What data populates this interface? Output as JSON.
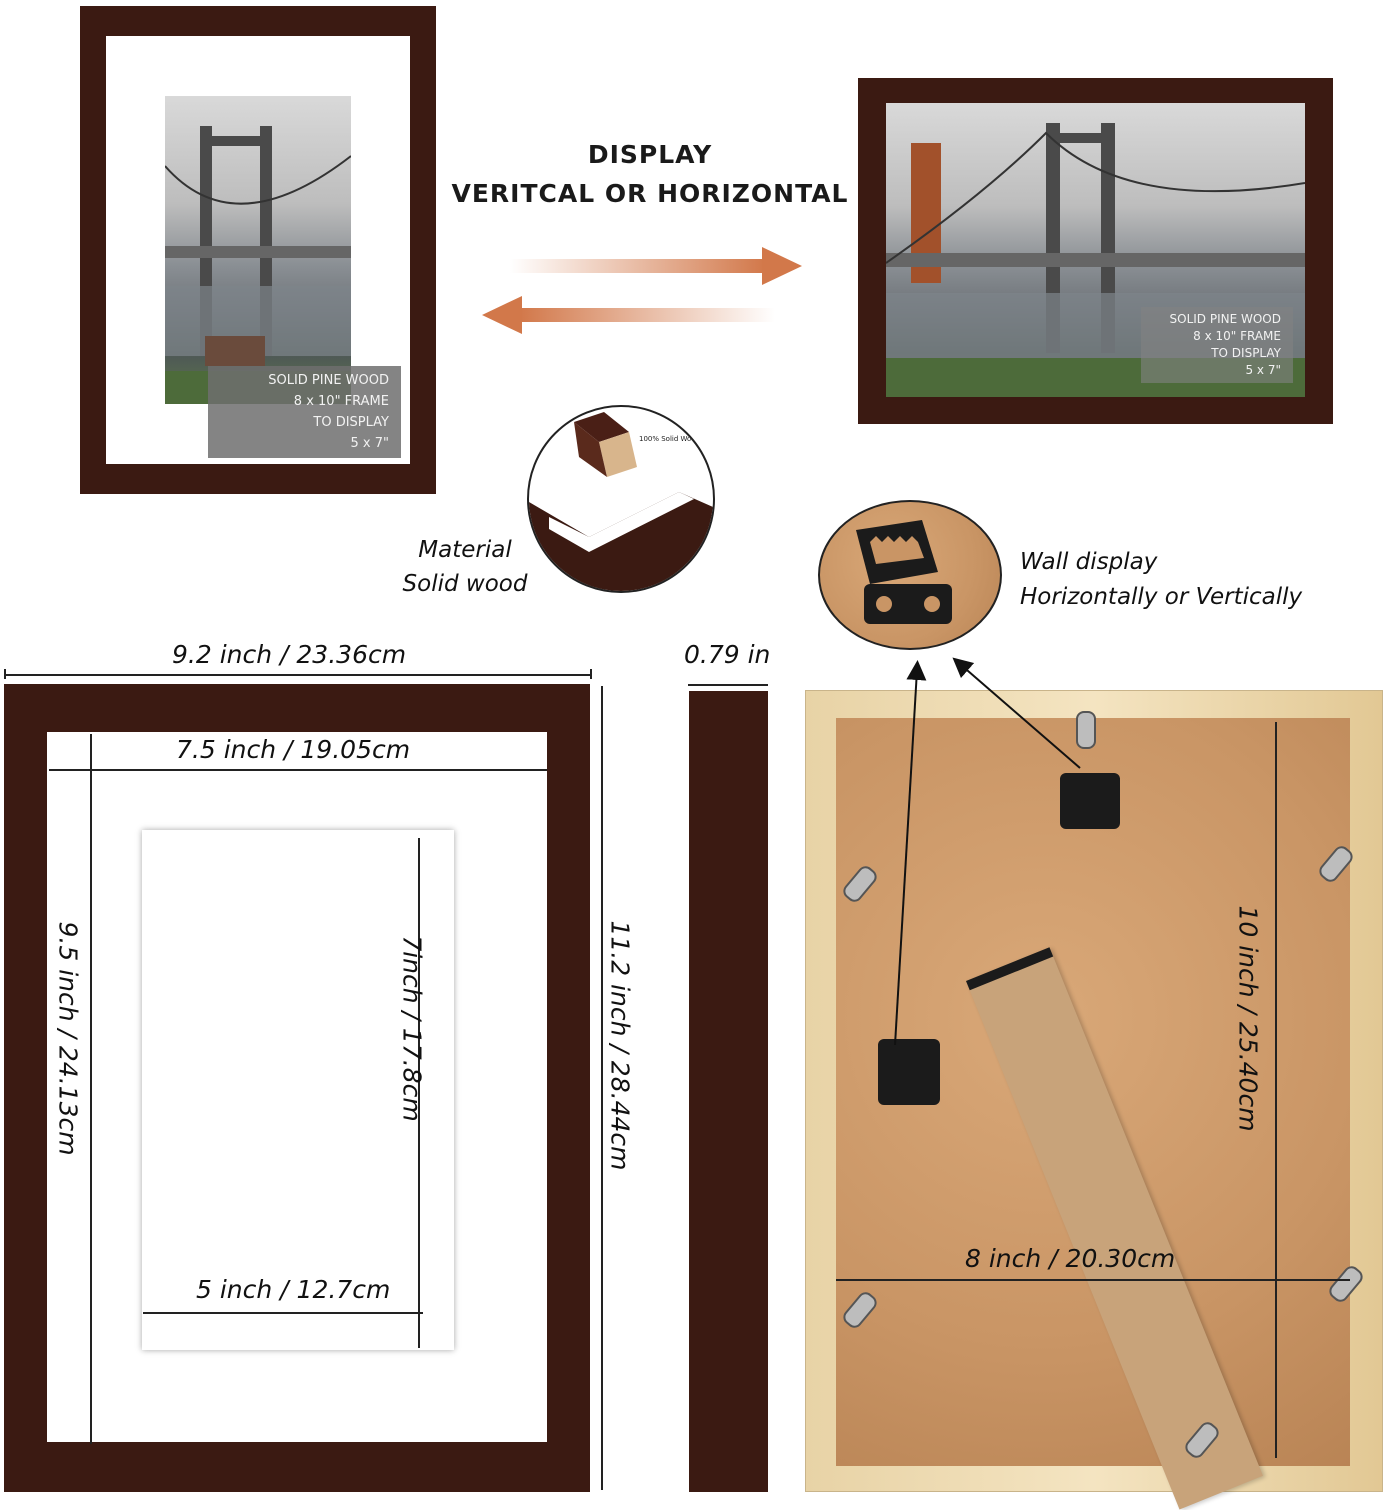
{
  "display": {
    "line1": "DISPLAY",
    "line2": "VERITCAL OR HORIZONTAL"
  },
  "vertical_frame_caption": [
    "SOLID PINE WOOD",
    "8 x 10\" FRAME",
    "TO DISPLAY",
    "5 x 7\""
  ],
  "horizontal_frame_caption": [
    "SOLID PINE WOOD",
    "8 x 10\" FRAME",
    "TO DISPLAY",
    "5 x 7\""
  ],
  "material": {
    "line1": "Material",
    "line2": "Solid wood",
    "corner_label": "100% Solid Wo"
  },
  "wall_display": {
    "line1": "Wall display",
    "line2": "Horizontally or Vertically"
  },
  "dimensions": {
    "outer_width": "9.2 inch / 23.36cm",
    "inner_width": "7.5 inch / 19.05cm",
    "opening_width": "5 inch / 12.7cm",
    "outer_height": "11.2 inch / 28.44cm",
    "inner_height": "9.5 inch / 24.13cm",
    "opening_height": "7inch / 17.8cm",
    "depth": "0.79 in",
    "back_width": "8 inch / 20.30cm",
    "back_height": "10 inch / 25.40cm"
  },
  "colors": {
    "frame": "#3b1a12",
    "arrow": "#d2784a",
    "pine": "#f0dcb0",
    "backboard": "#c99565"
  }
}
